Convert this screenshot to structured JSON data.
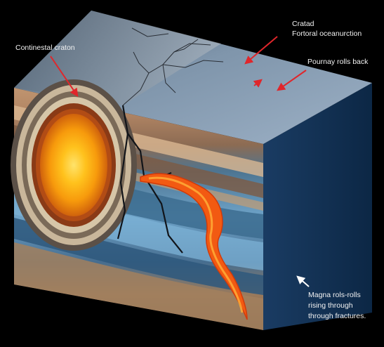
{
  "labels": {
    "continental_craton": "Continestal craton",
    "cratad_line1": "Cratad",
    "cratad_line2": "Fortoral oceanurction",
    "pournay": "Pournay rolls back",
    "magma_line1": "Magna rols-rolls",
    "magma_line2": "rising through",
    "magma_line3": "through fractures."
  },
  "colors": {
    "background": "#000000",
    "label_text": "#f2f2f2",
    "arrow_red": "#e0262b",
    "arrow_white": "#ffffff",
    "magma": "#f25a12",
    "ocean_plate": "#5e7b96",
    "right_face": "#13335a"
  }
}
